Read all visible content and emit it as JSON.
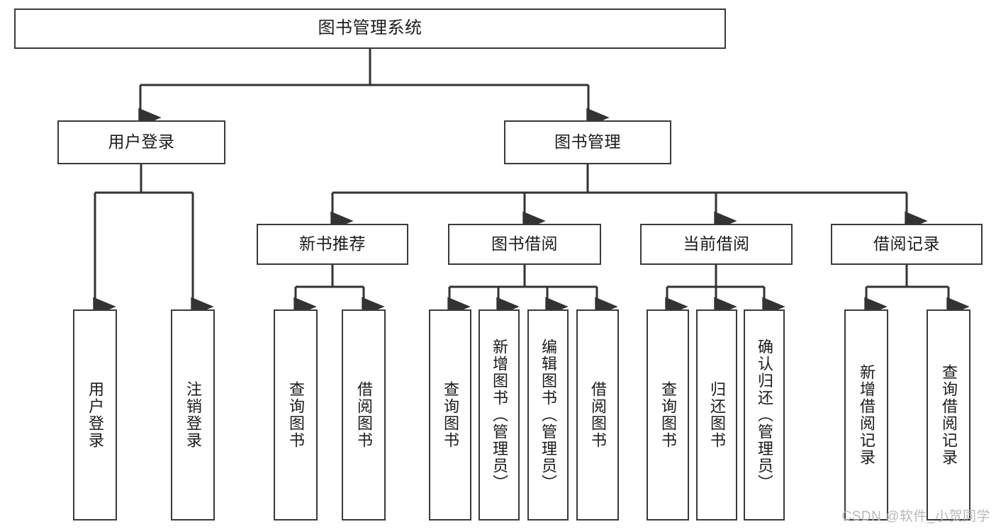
{
  "diagram": {
    "title": "图书管理系统",
    "type": "tree",
    "watermark": "CSDN @软件_小贺同学",
    "colors": {
      "box_border": "#3a3a3a",
      "box_fill": "#ffffff",
      "connector": "#333333",
      "text": "#1b1b1b",
      "watermark": "#b9b9b9"
    },
    "root": {
      "label": "图书管理系统"
    },
    "level2": [
      {
        "label": "用户登录"
      },
      {
        "label": "图书管理"
      }
    ],
    "level3": [
      {
        "label": "新书推荐"
      },
      {
        "label": "图书借阅"
      },
      {
        "label": "当前借阅"
      },
      {
        "label": "借阅记录"
      }
    ],
    "leaves": {
      "user_login": [
        {
          "label": "用户登录"
        },
        {
          "label": "注销登录"
        }
      ],
      "new_book": [
        {
          "label": "查询图书"
        },
        {
          "label": "借阅图书"
        }
      ],
      "book_borrow": [
        {
          "label": "查询图书"
        },
        {
          "label": "新增图书（管理员）"
        },
        {
          "label": "编辑图书（管理员）"
        },
        {
          "label": "借阅图书"
        }
      ],
      "current_borrow": [
        {
          "label": "查询图书"
        },
        {
          "label": "归还图书"
        },
        {
          "label": "确认归还（管理员）"
        }
      ],
      "borrow_record": [
        {
          "label": "新增借阅记录"
        },
        {
          "label": "查询借阅记录"
        }
      ]
    }
  }
}
